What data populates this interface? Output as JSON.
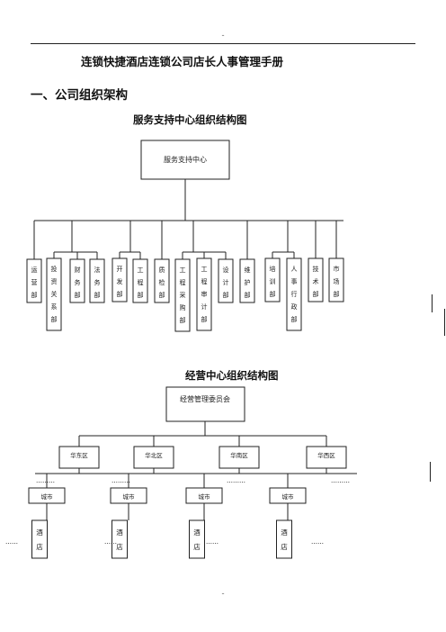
{
  "header": {
    "mark": "-"
  },
  "doc_title": "连锁快捷酒店连锁公司店长人事管理手册",
  "section_heading": "一、公司组织架构",
  "chart1": {
    "title": "服务支持中心组织结构图",
    "root": "服务支持中心",
    "departments": [
      [
        "运",
        "营",
        "部"
      ],
      [
        "投",
        "资",
        "关",
        "系",
        "部"
      ],
      [
        "财",
        "务",
        "部"
      ],
      [
        "法",
        "务",
        "部"
      ],
      [
        "开",
        "发",
        "部"
      ],
      [
        "工",
        "程",
        "部"
      ],
      [
        "质",
        "检",
        "部"
      ],
      [
        "工",
        "程",
        "采",
        "购",
        "部"
      ],
      [
        "工",
        "程",
        "审",
        "计",
        "部"
      ],
      [
        "设",
        "计",
        "部"
      ],
      [
        "维",
        "护",
        "部"
      ],
      [
        "培",
        "训",
        "部"
      ],
      [
        "人",
        "事",
        "行",
        "政",
        "部"
      ],
      [
        "技",
        "术",
        "部"
      ],
      [
        "市",
        "场",
        "部"
      ]
    ]
  },
  "chart2": {
    "title": "经营中心组织结构图",
    "root": "经营管理委员会",
    "regions": [
      "华东区",
      "华北区",
      "华南区",
      "华西区"
    ],
    "city_label": "城市",
    "hotel_chars": [
      "酒",
      "店"
    ],
    "ellipsis": "………",
    "ellipsis_short": "……"
  },
  "footer": {
    "mark": "-"
  }
}
